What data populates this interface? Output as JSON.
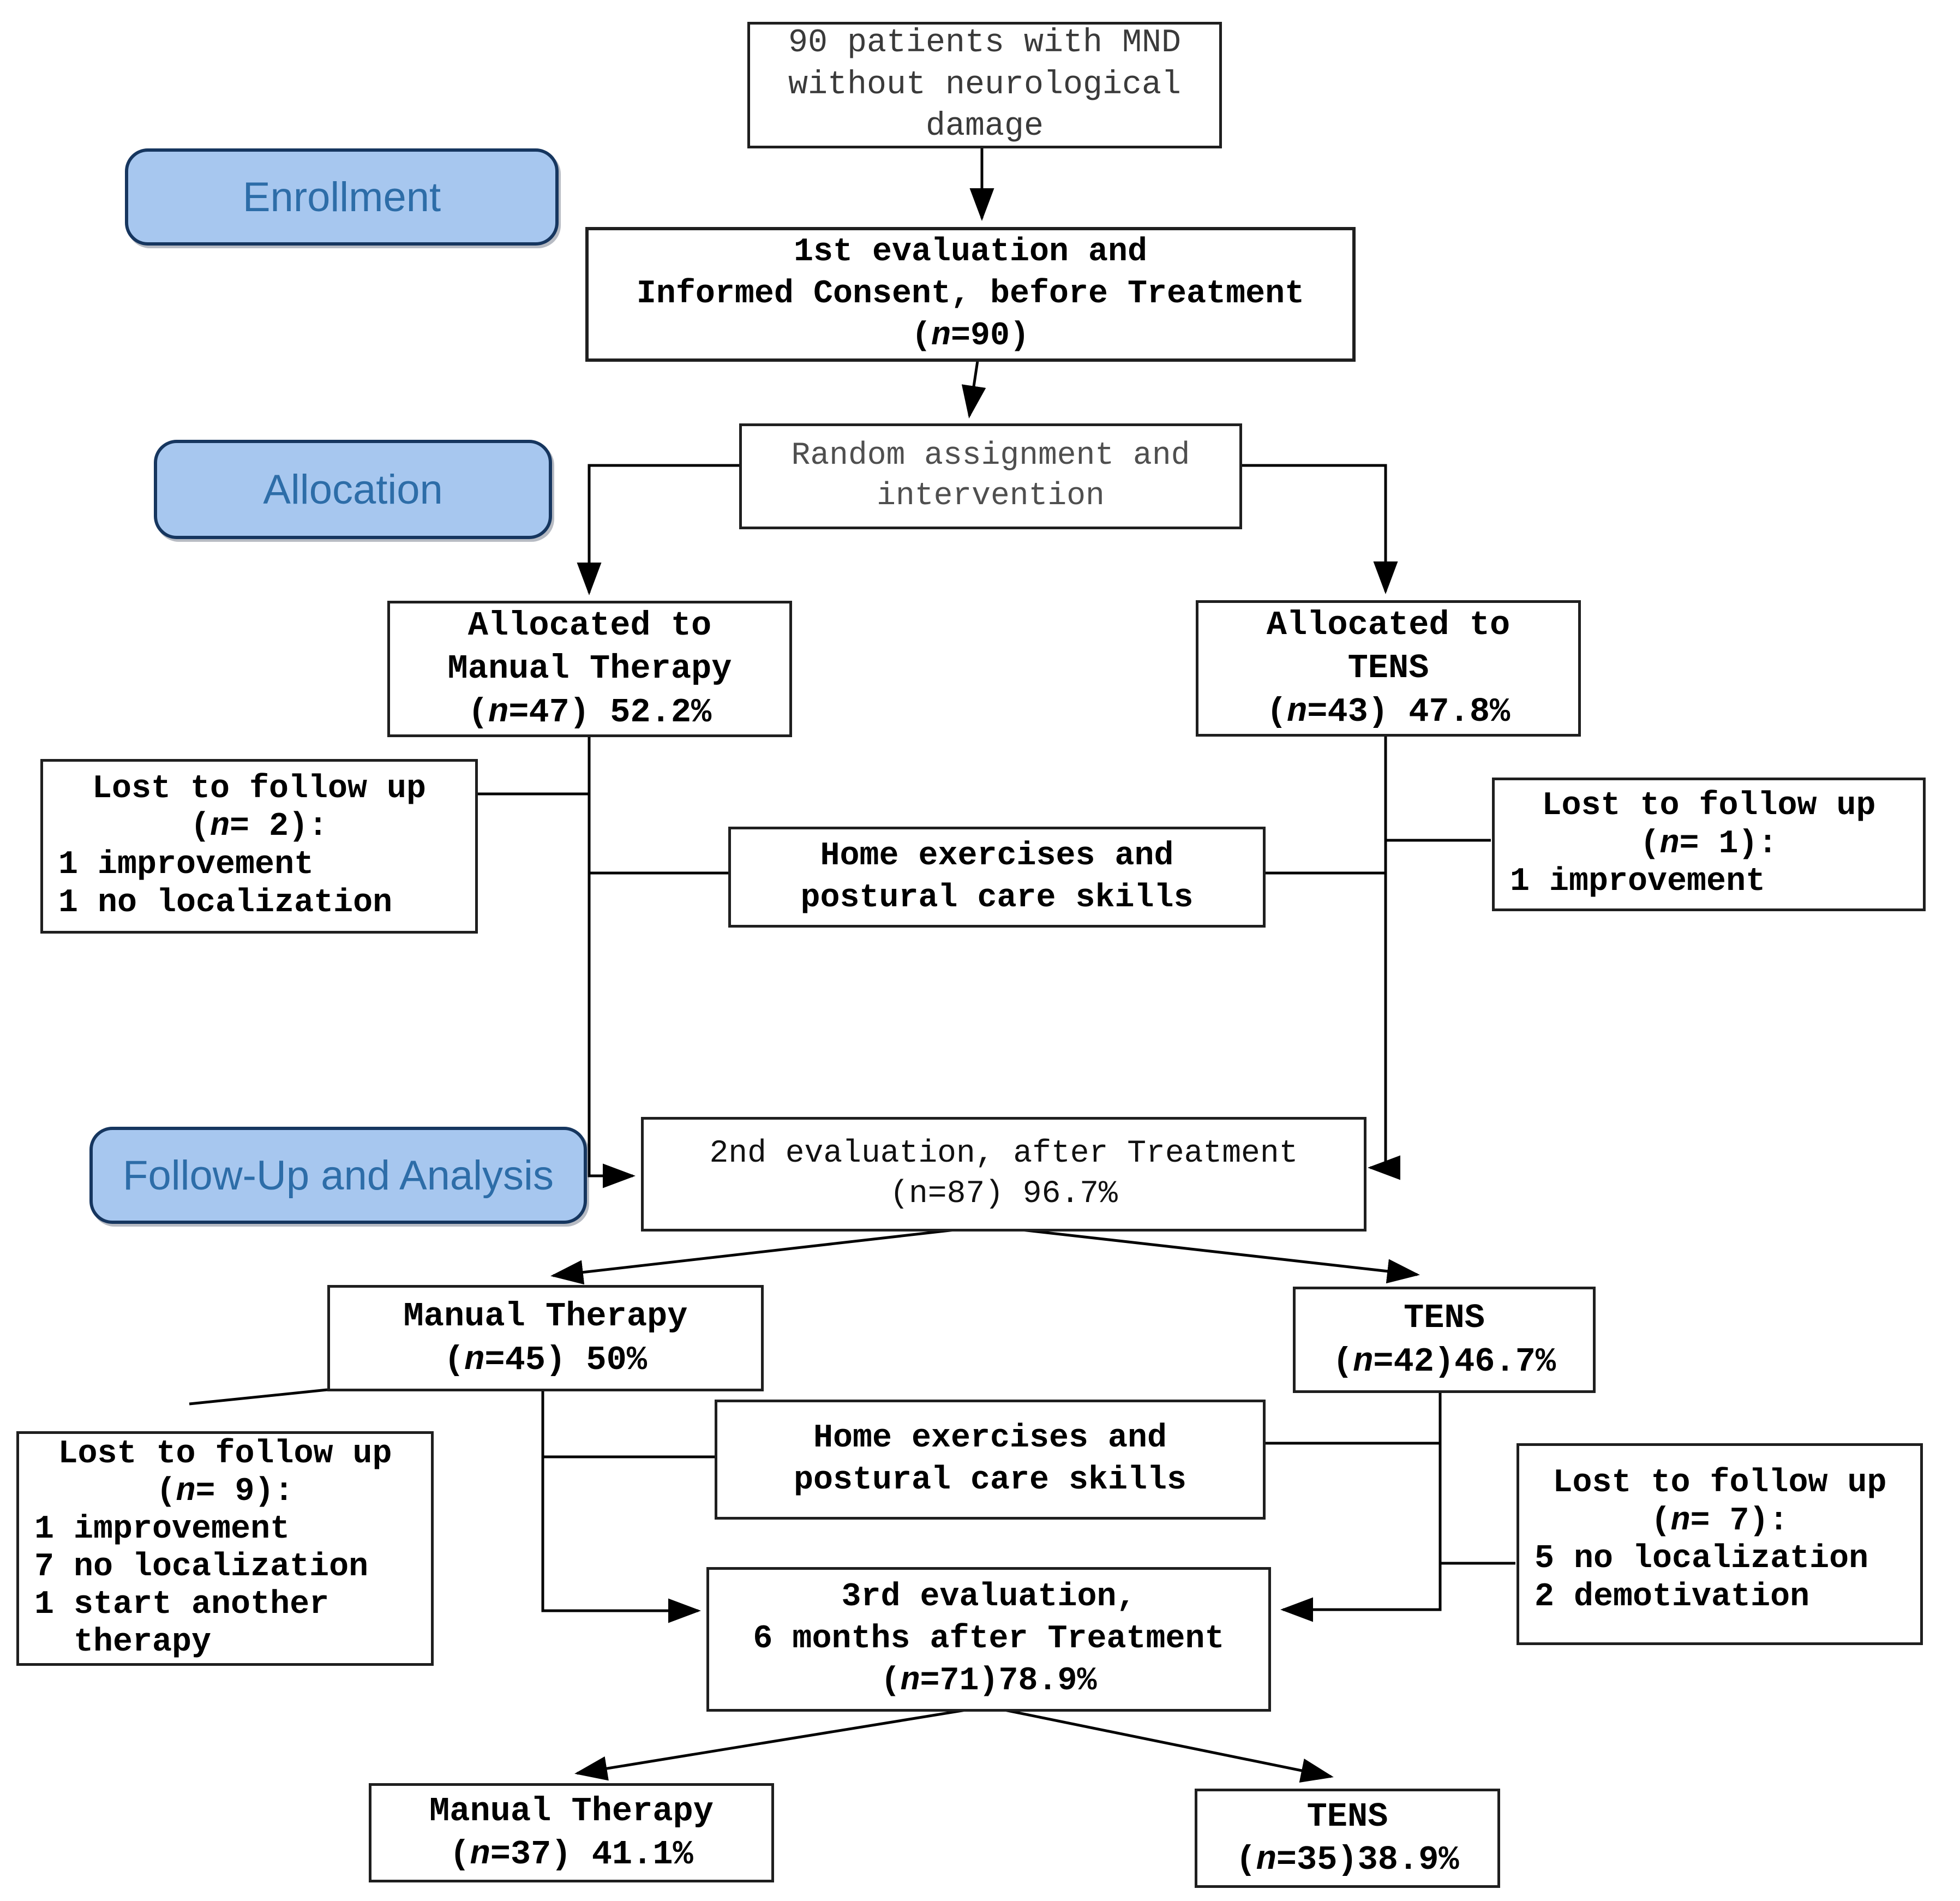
{
  "colors": {
    "stage_fill": "#a7c7ef",
    "stage_border": "#16365f",
    "stage_text": "#2d6da8",
    "box_border": "#1f1f1f",
    "box_background": "#ffffff",
    "text": "#000000",
    "muted_text": "#4f4f4f"
  },
  "stages": {
    "enrollment": "Enrollment",
    "allocation": "Allocation",
    "followup": "Follow-Up and Analysis"
  },
  "nodes": {
    "patients": {
      "lines": [
        "90 patients with MND",
        "without neurological",
        "damage"
      ]
    },
    "eval1": {
      "lines": [
        "1st evaluation and",
        "Informed Consent, before Treatment",
        "(n=90)"
      ]
    },
    "random": {
      "lines": [
        "Random assignment and",
        "intervention"
      ]
    },
    "alloc_mt": {
      "lines": [
        "Allocated to",
        "Manual Therapy",
        "(n=47) 52.2%"
      ]
    },
    "alloc_tens": {
      "lines": [
        "Allocated to",
        "TENS",
        "(n=43) 47.8%"
      ]
    },
    "lost1_left": {
      "lines": [
        "Lost to follow up",
        "(n= 2):",
        "1 improvement",
        "1 no localization"
      ]
    },
    "homeex1": {
      "lines": [
        "Home exercises and",
        "postural care skills"
      ]
    },
    "lost1_right": {
      "lines": [
        "Lost to follow up",
        "(n= 1):",
        "1 improvement"
      ]
    },
    "eval2": {
      "lines": [
        "2nd evaluation, after Treatment",
        "(n=87) 96.7%"
      ]
    },
    "mt2": {
      "lines": [
        "Manual Therapy",
        "(n=45) 50%"
      ]
    },
    "tens2": {
      "lines": [
        "TENS",
        "(n=42)46.7%"
      ]
    },
    "homeex2": {
      "lines": [
        "Home exercises and",
        "postural care skills"
      ]
    },
    "lost2_left": {
      "lines": [
        "Lost to follow up",
        "(n= 9):",
        "1 improvement",
        "7 no localization",
        "1 start another",
        "therapy"
      ]
    },
    "lost2_right": {
      "lines": [
        "Lost to follow up",
        "(n= 7):",
        "5 no localization",
        "2 demotivation"
      ]
    },
    "eval3": {
      "lines": [
        "3rd evaluation,",
        "6 months after Treatment",
        "(n=71)78.9%"
      ]
    },
    "mt3": {
      "lines": [
        "Manual Therapy",
        "(n=37) 41.1%"
      ]
    },
    "tens3": {
      "lines": [
        "TENS",
        "(n=35)38.9%"
      ]
    }
  }
}
